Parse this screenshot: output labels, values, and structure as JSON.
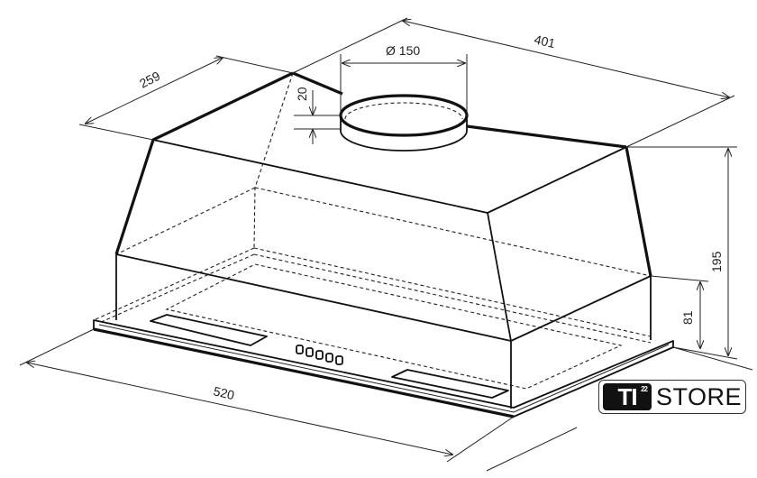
{
  "dimensions": {
    "width": "401",
    "depth": "259",
    "duct_diameter": "Ø 150",
    "duct_height": "20",
    "total_height": "195",
    "lower_height": "81",
    "base_width": "520"
  },
  "logo": {
    "brand": "TI",
    "superscript": "22",
    "store": "STORE"
  }
}
